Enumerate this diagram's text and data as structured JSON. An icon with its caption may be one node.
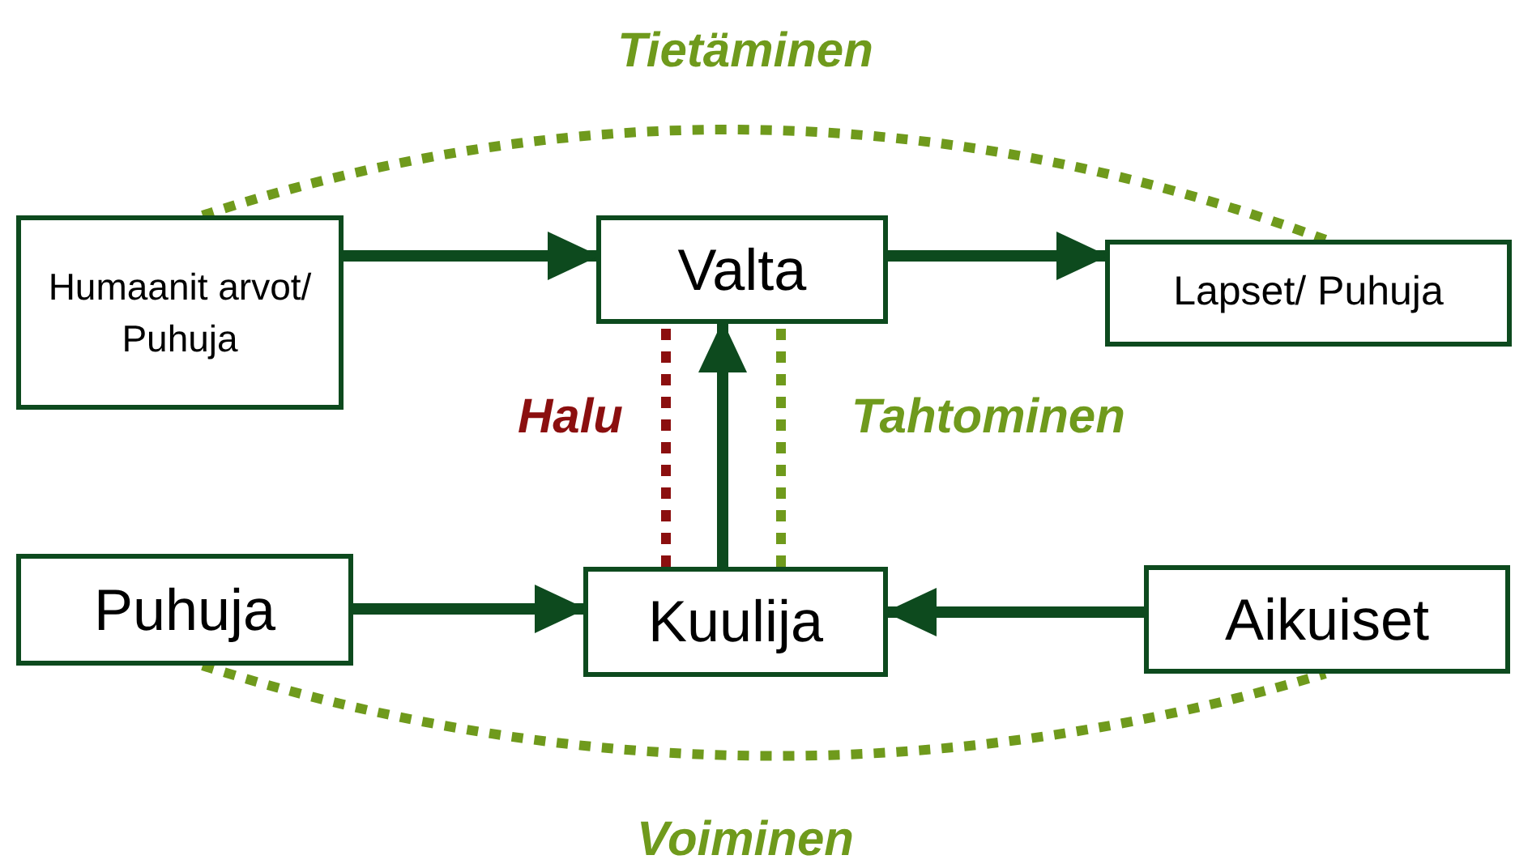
{
  "diagram": {
    "nodes": [
      {
        "text": [
          "Humaanit arvot/ Puhuja"
        ]
      },
      {
        "text": [
          "Valta"
        ]
      },
      {
        "text": [
          "Lapset/ Puhuja"
        ]
      },
      {
        "text": [
          "Puhuja"
        ]
      },
      {
        "text": [
          "Kuulija"
        ]
      },
      {
        "text": [
          "Aikuiset"
        ]
      }
    ],
    "edges": [
      {
        "from": 0,
        "to": 1,
        "arrow": "to"
      },
      {
        "from": 1,
        "to": 2,
        "arrow": "to"
      },
      {
        "from": 3,
        "to": 4,
        "arrow": "to"
      },
      {
        "from": 5,
        "to": 4,
        "arrow": "to"
      },
      {
        "from": 4,
        "to": 1,
        "arrow": "to"
      },
      {
        "from": 0,
        "to": 2,
        "arrow": "none",
        "label": "Tietäminen",
        "style": "dashed",
        "color": "#6f9a1c"
      },
      {
        "from": 3,
        "to": 5,
        "arrow": "none",
        "label": "Voiminen",
        "style": "dashed",
        "color": "#6f9a1c"
      },
      {
        "from": 4,
        "to": 1,
        "arrow": "none",
        "label": "Halu",
        "style": "dashed",
        "color": "#8b0f0f"
      },
      {
        "from": 4,
        "to": 1,
        "arrow": "none",
        "label": "Tahtominen",
        "style": "dashed",
        "color": "#6f9a1c"
      }
    ]
  }
}
